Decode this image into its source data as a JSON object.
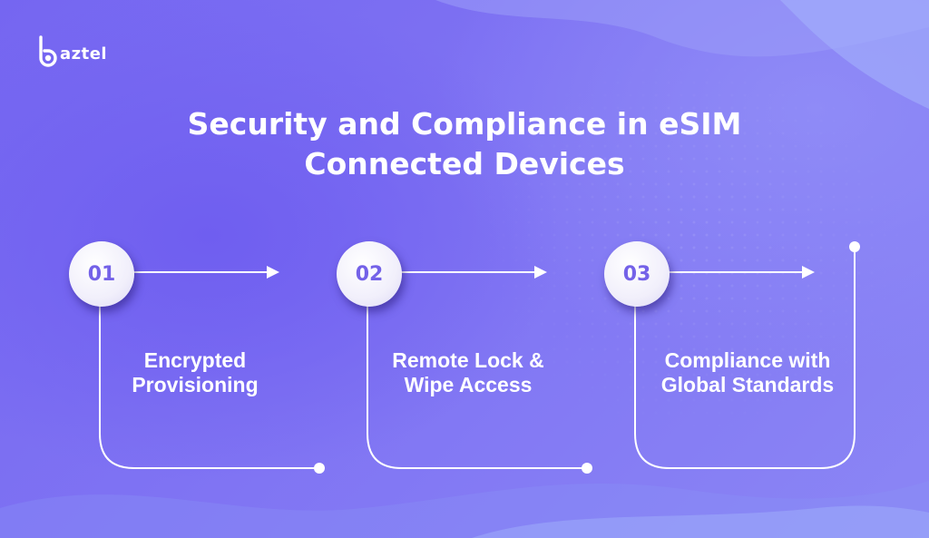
{
  "brand": {
    "logo_letter": "b",
    "name": "aztel"
  },
  "title": {
    "line1": "Security and Compliance in eSIM",
    "line2": "Connected Devices"
  },
  "steps": [
    {
      "number": "01",
      "label_line1": "Encrypted",
      "label_line2": "Provisioning"
    },
    {
      "number": "02",
      "label_line1": "Remote Lock &",
      "label_line2": "Wipe Access"
    },
    {
      "number": "03",
      "label_line1": "Compliance with",
      "label_line2": "Global Standards"
    }
  ],
  "colors": {
    "background": "#7a6ff2",
    "accent_number": "#7462e8",
    "line": "#ffffff",
    "text": "#ffffff"
  },
  "icons": {
    "logo": "baztel-logo-mark",
    "arrow": "arrow-right-icon",
    "end_dot": "dot-icon"
  }
}
